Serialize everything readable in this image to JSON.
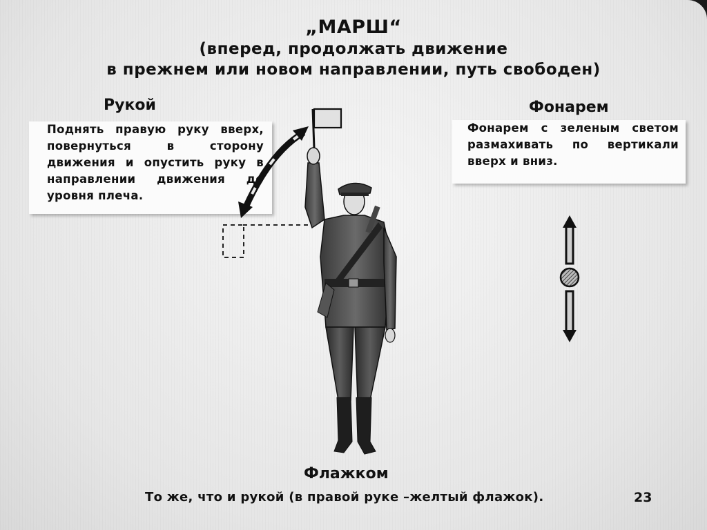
{
  "title": {
    "main": "„МАРШ“",
    "line1": "(вперед, продолжать движение",
    "line2": "в прежнем или новом направлении, путь свободен)"
  },
  "hand": {
    "heading": "Рукой",
    "text": "Поднять правую руку вверх, повернуться в сторону движения и опустить руку в направлении движения до уровня плеча."
  },
  "lantern": {
    "heading": "Фонарем",
    "text": "Фонарем с зеленым светом размахивать по вертикали вверх и вниз."
  },
  "flag": {
    "heading": "Флажком",
    "text": "То же, что и рукой (в правой руке –желтый флажок)."
  },
  "page_number": "23",
  "colors": {
    "paper": "#efefef",
    "ink": "#111111"
  },
  "icons": [
    "arm-motion-arrow-icon",
    "vertical-motion-arrow-icon",
    "lantern-icon",
    "flag-icon"
  ]
}
